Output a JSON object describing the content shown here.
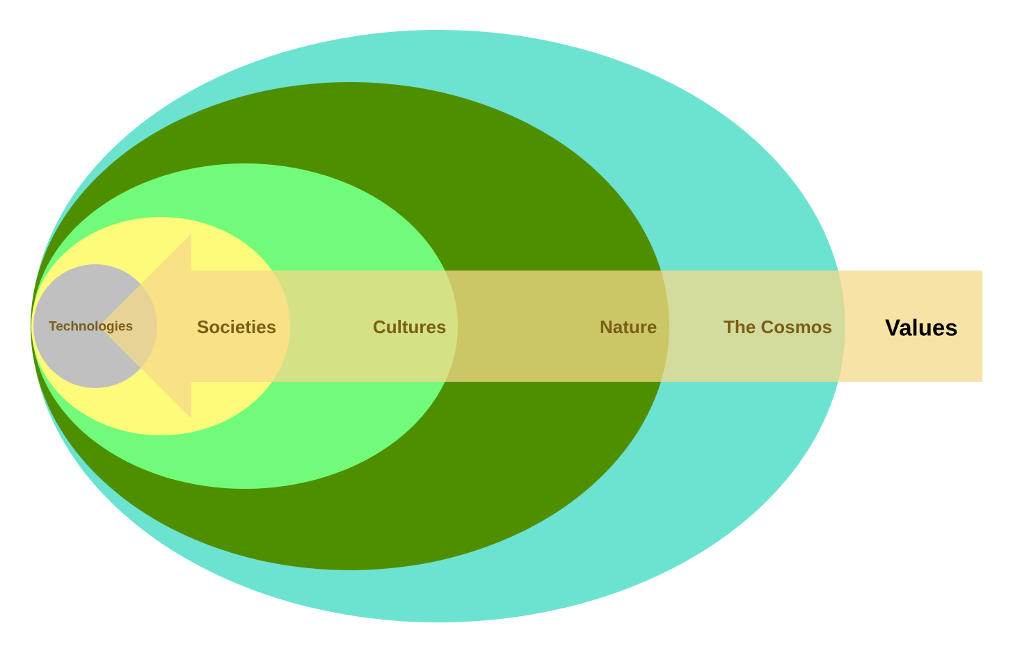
{
  "diagram": {
    "labels": {
      "technologies": "Technologies",
      "societies": "Societies",
      "cultures": "Cultures",
      "nature": "Nature",
      "cosmos": "The Cosmos",
      "values": "Values"
    },
    "colors": {
      "cosmos": "#6ce3d1",
      "nature": "#4e8f00",
      "cultures": "#72fb7a",
      "societies": "#fefb7a",
      "technologies": "#c0c0c0",
      "values_band": "#f6d98a",
      "values_band_opacity": "0.75",
      "label_text": "#7a5e16",
      "values_text": "#000000"
    }
  }
}
